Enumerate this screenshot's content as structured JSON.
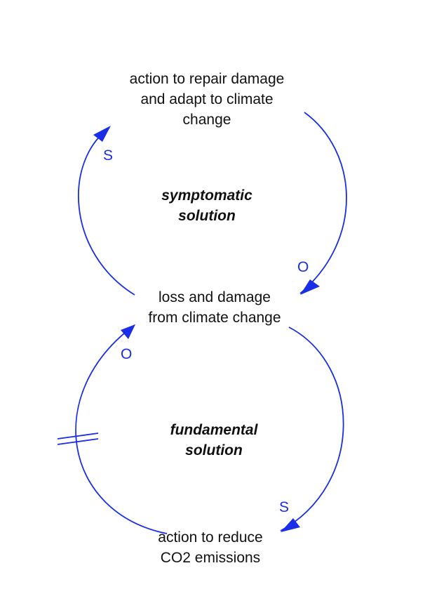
{
  "colors": {
    "link": "#1a2ee8",
    "text": "#111111",
    "background": "#ffffff"
  },
  "nodes": {
    "repair": {
      "lines": [
        "action to repair damage",
        "and adapt to climate",
        "change"
      ]
    },
    "loss": {
      "lines": [
        "loss and damage",
        "from climate change"
      ]
    },
    "reduce": {
      "lines": [
        "action to reduce",
        "CO2 emissions"
      ]
    }
  },
  "loops": {
    "top": {
      "lines": [
        "symptomatic",
        "solution"
      ]
    },
    "bottom": {
      "lines": [
        "fundamental",
        "solution"
      ]
    }
  },
  "links": [
    {
      "from": "repair",
      "to": "loss",
      "polarity": "O"
    },
    {
      "from": "loss",
      "to": "repair",
      "polarity": "S"
    },
    {
      "from": "loss",
      "to": "reduce",
      "polarity": "S"
    },
    {
      "from": "reduce",
      "to": "loss",
      "polarity": "O",
      "delay": true
    }
  ]
}
